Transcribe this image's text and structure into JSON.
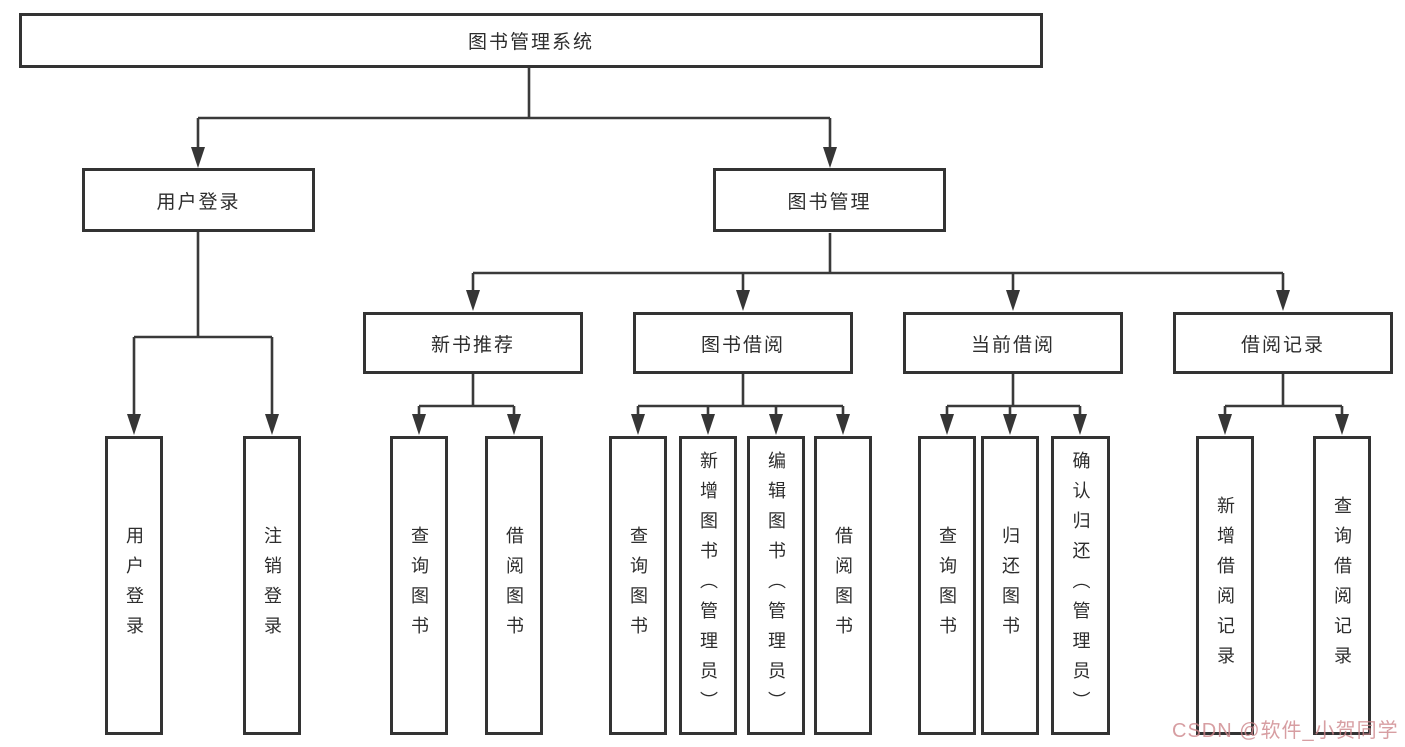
{
  "diagram": {
    "root": {
      "label": "图书管理系统"
    },
    "branches": [
      {
        "label": "用户登录",
        "children": [
          {
            "label": "用户登录"
          },
          {
            "label": "注销登录"
          }
        ]
      },
      {
        "label": "图书管理",
        "children": [
          {
            "label": "新书推荐",
            "children": [
              {
                "label": "查询图书"
              },
              {
                "label": "借阅图书"
              }
            ]
          },
          {
            "label": "图书借阅",
            "children": [
              {
                "label": "查询图书"
              },
              {
                "label": "新增图书（管理员）"
              },
              {
                "label": "编辑图书（管理员）"
              },
              {
                "label": "借阅图书"
              }
            ]
          },
          {
            "label": "当前借阅",
            "children": [
              {
                "label": "查询图书"
              },
              {
                "label": "归还图书"
              },
              {
                "label": "确认归还（管理员）"
              }
            ]
          },
          {
            "label": "借阅记录",
            "children": [
              {
                "label": "新增借阅记录"
              },
              {
                "label": "查询借阅记录"
              }
            ]
          }
        ]
      }
    ]
  },
  "watermark": {
    "text": "CSDN @软件_小贺同学"
  },
  "colors": {
    "line": "#3a3a3a",
    "box_border": "#333333",
    "background": "#ffffff",
    "text": "#2d2d2d",
    "watermark": "#cd868b"
  }
}
